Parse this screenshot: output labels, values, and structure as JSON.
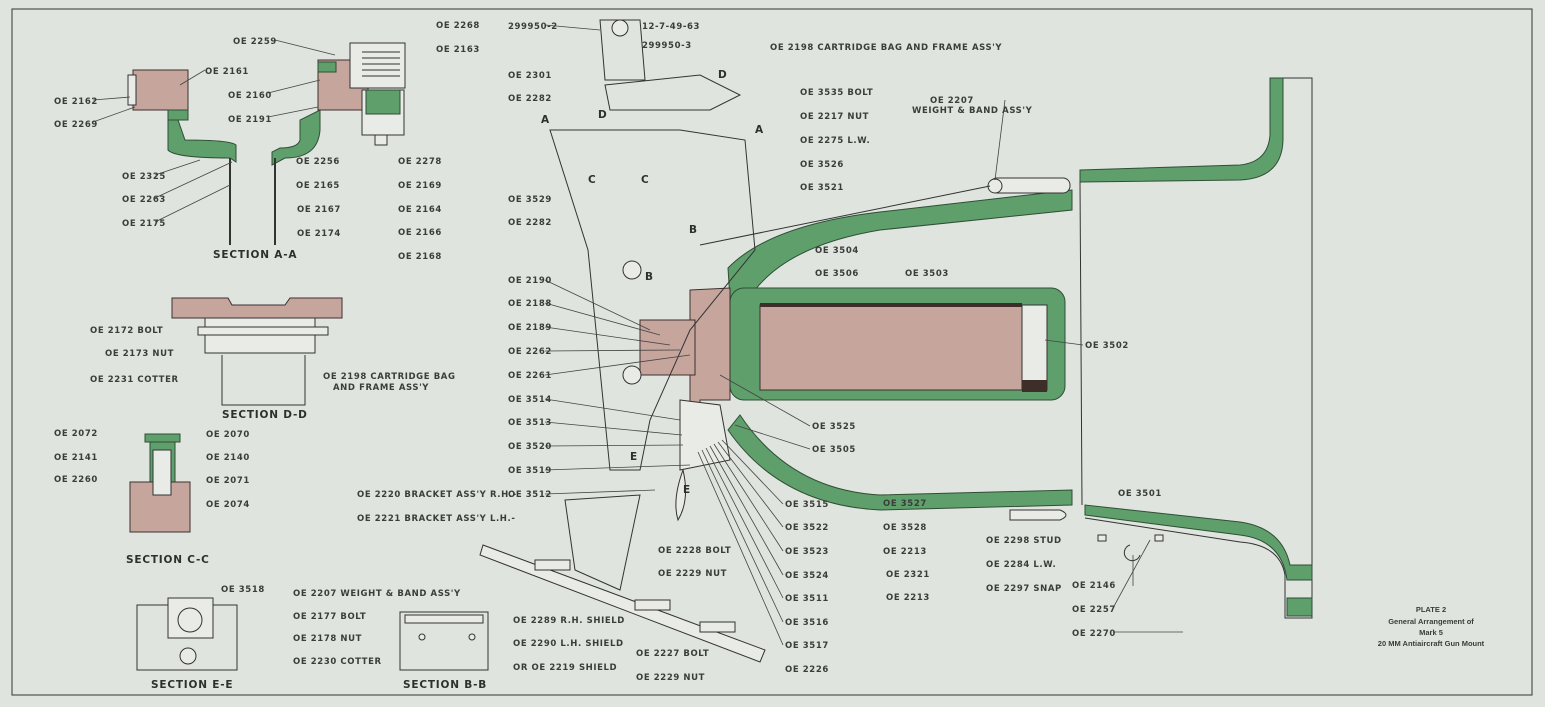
{
  "section_aa": {
    "title": "SECTION A-A",
    "labels": [
      "OE 2259",
      "OE 2161",
      "OE 2162",
      "OE 2269",
      "OE 2160",
      "OE 2191",
      "OE 2268",
      "OE 2163",
      "OE 2256",
      "OE 2165",
      "OE 2167",
      "OE 2174",
      "OE 2325",
      "OE 2263",
      "OE 2175",
      "OE 2278",
      "OE 2169",
      "OE 2164",
      "OE 2166",
      "OE 2168"
    ]
  },
  "section_dd": {
    "title": "SECTION D-D",
    "labels": [
      "OE 2172 BOLT",
      "OE 2173 NUT",
      "OE 2231 COTTER",
      "OE 2198 CARTRIDGE BAG",
      "AND FRAME ASS'Y"
    ]
  },
  "section_cc": {
    "title": "SECTION C-C",
    "labels": [
      "OE 2072",
      "OE 2070",
      "OE 2141",
      "OE 2140",
      "OE 2260",
      "OE 2071",
      "OE 2074"
    ]
  },
  "section_ee": {
    "title": "SECTION E-E",
    "labels": [
      "OE 3518"
    ]
  },
  "section_bb": {
    "title": "SECTION B-B",
    "labels": [
      "OE 2207 WEIGHT & BAND ASS'Y",
      "OE 2177 BOLT",
      "OE 2178 NUT",
      "OE 2230 COTTER"
    ]
  },
  "main": {
    "section_marks": [
      "A",
      "A",
      "D",
      "D",
      "C",
      "C",
      "B",
      "B",
      "E",
      "E"
    ],
    "labels": [
      "299950-2",
      "12-7-49-63",
      "299950-3",
      "OE 2198 CARTRIDGE BAG AND FRAME ASS'Y",
      "OE 2301",
      "OE 2282",
      "OE 3535 BOLT",
      "OE 2217 NUT",
      "OE 2275 L.W.",
      "OE 2207",
      "WEIGHT & BAND ASS'Y",
      "OE 3526",
      "OE 3521",
      "OE 3529",
      "OE 2282",
      "OE 3504",
      "OE 3506",
      "OE 3503",
      "OE 2190",
      "OE 2188",
      "OE 2189",
      "OE 2262",
      "OE 2261",
      "OE 3514",
      "OE 3513",
      "OE 3520",
      "OE 3519",
      "OE 3512",
      "OE 3502",
      "OE 3525",
      "OE 3505",
      "OE 2220 BRACKET ASS'Y R.H.-",
      "OE 2221 BRACKET ASS'Y L.H.-",
      "OE 3515",
      "OE 3522",
      "OE 3523",
      "OE 3524",
      "OE 3511",
      "OE 3516",
      "OE 3517",
      "OE 2226",
      "OE 3527",
      "OE 3528",
      "OE 2213",
      "OE 2321",
      "OE 2213",
      "OE 2298 STUD",
      "OE 2284 L.W.",
      "OE 2297 SNAP",
      "OE 2228 BOLT",
      "OE 2229 NUT",
      "OE 2289 R.H. SHIELD",
      "OE 2290 L.H. SHIELD",
      "OR OE 2219 SHIELD",
      "OE 2227 BOLT",
      "OE 2229 NUT",
      "OE 3501",
      "OE 2146",
      "OE 2257",
      "OE 2270"
    ]
  },
  "plate": {
    "number": "PLATE 2",
    "line1": "General Arrangement of",
    "line2": "Mark 5",
    "line3": "20 MM Antiaircraft Gun Mount"
  },
  "colors": {
    "green": "#5f9f6c",
    "pink": "#c6a59d",
    "paper": "#dfe4de"
  }
}
